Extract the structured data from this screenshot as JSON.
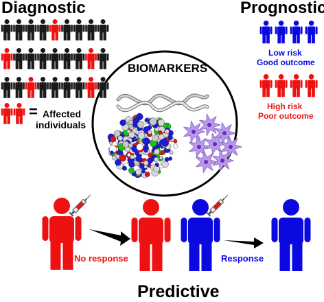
{
  "headings": {
    "diagnostic": "Diagnostic",
    "prognostic": "Prognostic",
    "predictive": "Predictive",
    "center": "BIOMARKERS"
  },
  "diagnostic_legend": {
    "eq": "=",
    "line1": "Affected",
    "line2": "individuals"
  },
  "diagnostic_grid": {
    "rows": [
      [
        0,
        0,
        0,
        0,
        1,
        0,
        0,
        0,
        0
      ],
      [
        1,
        0,
        0,
        0,
        0,
        0,
        0,
        1,
        0
      ],
      [
        0,
        0,
        1,
        0,
        0,
        0,
        0,
        1,
        0
      ]
    ],
    "legend_people": 2
  },
  "prognostic": {
    "low_line1": "Low risk",
    "low_line2": "Good outcome",
    "high_line1": "High risk",
    "high_line2": "Poor outcome",
    "low_count": 4,
    "high_count": 4
  },
  "predictive": {
    "no_response": "No response",
    "response": "Response"
  },
  "colors": {
    "black": "#1a1a1a",
    "red": "#ee1111",
    "blue": "#0a0ae0",
    "dna": "#9a9a9a",
    "cells": "#b89ae8",
    "nucleus": "#6a28c8"
  },
  "icons": [
    "syringe-icon",
    "dna-helix-icon",
    "protein-structure-icon",
    "cell-cluster-icon",
    "arrow-right-icon",
    "person-icon"
  ]
}
